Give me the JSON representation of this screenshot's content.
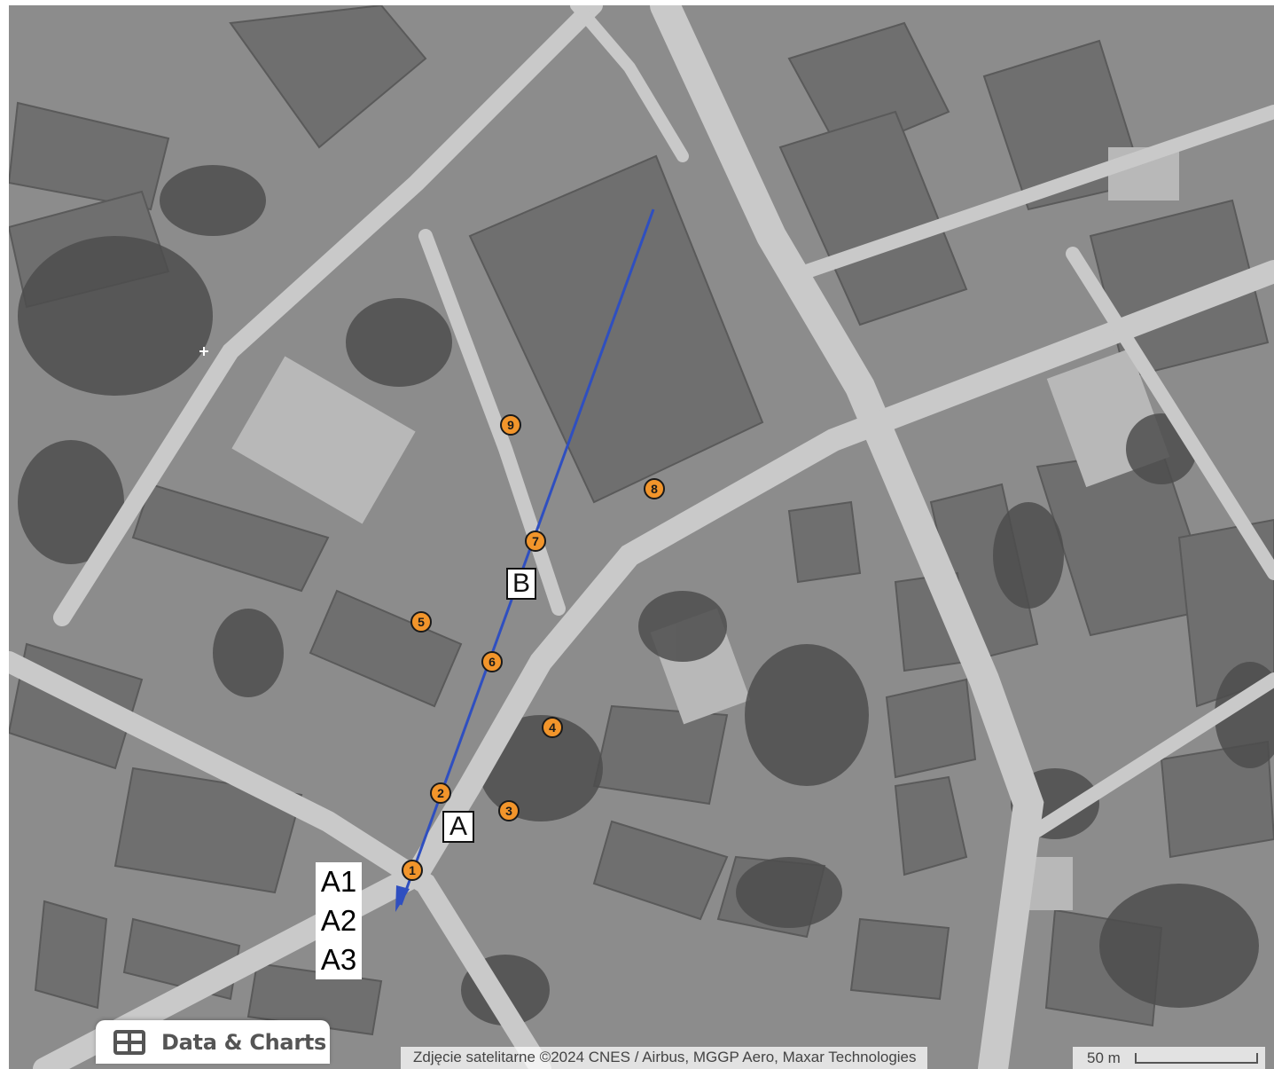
{
  "map": {
    "type": "satellite",
    "route_color": "#2f4fc0",
    "marker_color": "#f2952b",
    "markers": [
      {
        "label": "1"
      },
      {
        "label": "2"
      },
      {
        "label": "3"
      },
      {
        "label": "4"
      },
      {
        "label": "5"
      },
      {
        "label": "6"
      },
      {
        "label": "7"
      },
      {
        "label": "8"
      },
      {
        "label": "9"
      }
    ],
    "point_a": "A",
    "point_b": "B",
    "route_labels": [
      "A1",
      "A2",
      "A3"
    ]
  },
  "controls": {
    "data_charts_label": "Data & Charts",
    "data_charts_icon": "table-grid-icon"
  },
  "attribution": "Zdjęcie satelitarne ©2024 CNES / Airbus, MGGP Aero, Maxar Technologies",
  "scale": {
    "label": "50 m"
  }
}
